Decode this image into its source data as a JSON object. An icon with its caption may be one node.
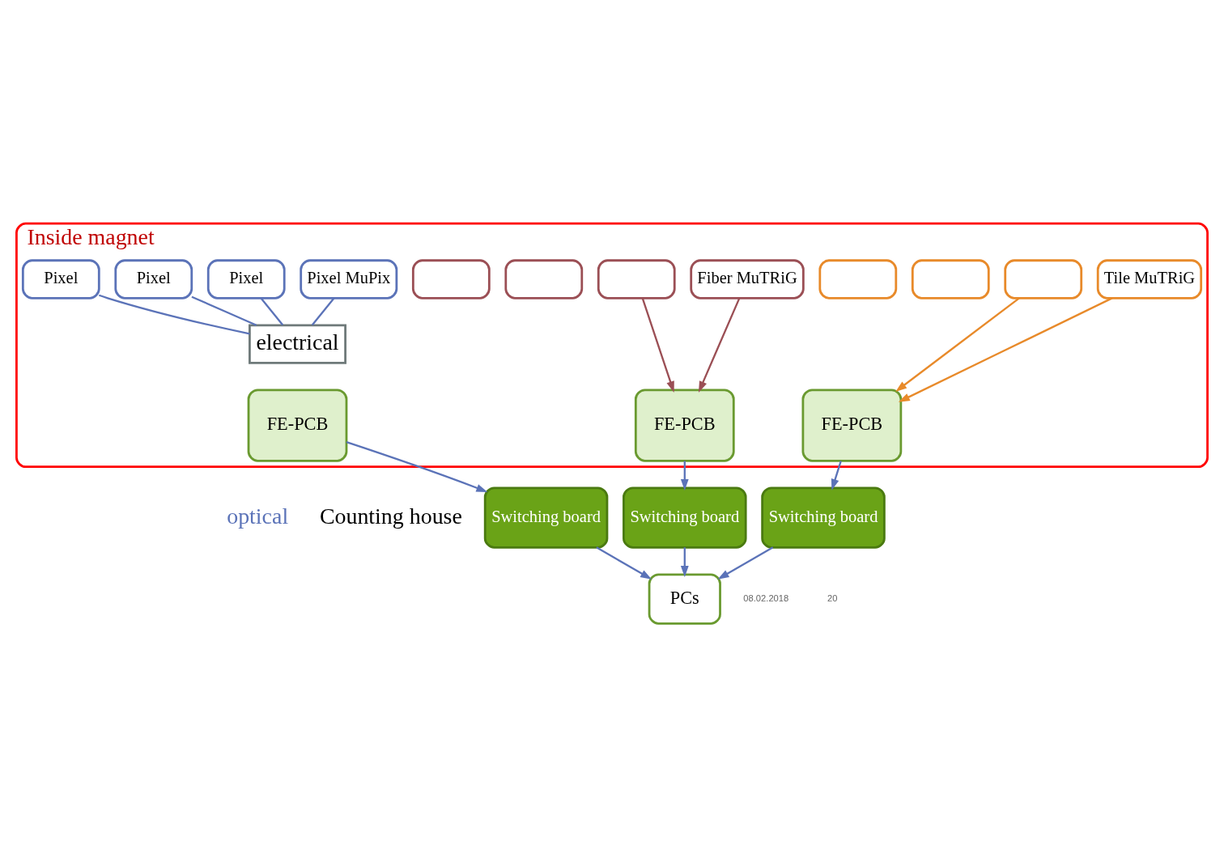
{
  "diagram": {
    "nodes": [
      {
        "text": [
          "Inside magnet"
        ]
      },
      {
        "text": [
          "Pixel"
        ],
        "in": 0
      },
      {
        "text": [
          "Pixel"
        ],
        "in": 0
      },
      {
        "text": [
          "Pixel"
        ],
        "in": 0
      },
      {
        "text": [
          "Pixel MuPix"
        ],
        "in": 0
      },
      {
        "text": [],
        "shape": "box",
        "in": 0
      },
      {
        "text": [],
        "shape": "box",
        "in": 0
      },
      {
        "text": [],
        "shape": "box",
        "in": 0
      },
      {
        "text": [
          "Fiber MuTRiG"
        ],
        "in": 0
      },
      {
        "text": [],
        "shape": "box",
        "in": 0
      },
      {
        "text": [],
        "shape": "box",
        "in": 0
      },
      {
        "text": [],
        "shape": "box",
        "in": 0
      },
      {
        "text": [
          "Tile MuTRiG"
        ],
        "in": 0
      },
      {
        "text": [
          "electrical"
        ],
        "in": 0
      },
      {
        "text": [
          "FE-PCB"
        ],
        "in": 0
      },
      {
        "text": [
          "FE-PCB"
        ],
        "in": 0
      },
      {
        "text": [
          "FE-PCB"
        ],
        "in": 0
      },
      {
        "text": [
          "Switching board"
        ]
      },
      {
        "text": [
          "Switching board"
        ]
      },
      {
        "text": [
          "Switching board"
        ]
      },
      {
        "text": [
          "PCs"
        ]
      }
    ],
    "edges": [
      {
        "from": 1,
        "to": 13,
        "arrow": "none"
      },
      {
        "from": 2,
        "to": 13,
        "arrow": "none"
      },
      {
        "from": 3,
        "to": 13,
        "arrow": "none"
      },
      {
        "from": 4,
        "to": 13,
        "arrow": "none"
      },
      {
        "from": 7,
        "to": 15,
        "arrow": "to",
        "color": "#9b4f55"
      },
      {
        "from": 8,
        "to": 15,
        "arrow": "to",
        "color": "#9b4f55"
      },
      {
        "from": 11,
        "to": 16,
        "arrow": "to",
        "color": "#e88a2a"
      },
      {
        "from": 12,
        "to": 16,
        "arrow": "to",
        "color": "#e88a2a"
      },
      {
        "from": 14,
        "to": 17,
        "arrow": "to"
      },
      {
        "from": 15,
        "to": 18,
        "arrow": "to"
      },
      {
        "from": 16,
        "to": 19,
        "arrow": "to"
      },
      {
        "from": 17,
        "to": 20,
        "arrow": "to"
      },
      {
        "from": 18,
        "to": 20,
        "arrow": "to"
      },
      {
        "from": 19,
        "to": 20,
        "arrow": "to"
      }
    ],
    "labels": [
      "optical",
      "Counting house",
      "08.02.2018",
      "20"
    ]
  }
}
